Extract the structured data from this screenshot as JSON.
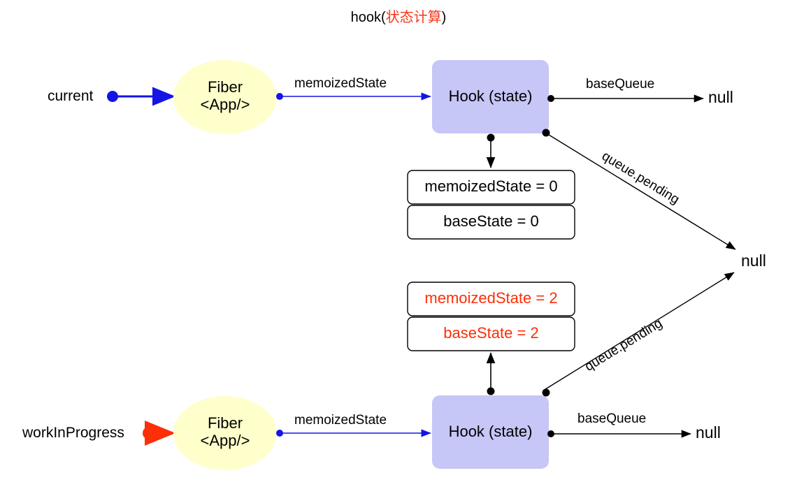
{
  "title": {
    "prefix": "hook(",
    "highlight": "状态计算",
    "suffix": ")",
    "highlight_color": "#f4371b"
  },
  "colors": {
    "fiber_fill": "#ffffcc",
    "hook_fill": "#c6c6f7",
    "accent_blue": "#1414e6",
    "accent_red": "#fc2f08",
    "edge_black": "#000000",
    "box_stroke": "#000000"
  },
  "rows": [
    {
      "id": "current-row",
      "entry_label": "current",
      "entry_marker": "blue-dot",
      "entry_arrow_color": "#1414e6",
      "fiber_line1": "Fiber",
      "fiber_line2": "<App/>",
      "memoized_edge_label": "memoizedState",
      "hook_label": "Hook (state)",
      "base_queue_label": "baseQueue",
      "base_queue_target": "null",
      "queue_pending_label": "queue.pending",
      "queue_pending_target": "null",
      "state_rows": [
        {
          "text": "memoizedState = 0",
          "color": "#000000"
        },
        {
          "text": "baseState = 0",
          "color": "#000000"
        }
      ]
    },
    {
      "id": "workinprogress-row",
      "entry_label": "workInProgress",
      "entry_marker": "red-dot",
      "entry_arrow_color": "#fc2f08",
      "fiber_line1": "Fiber",
      "fiber_line2": "<App/>",
      "memoized_edge_label": "memoizedState",
      "hook_label": "Hook (state)",
      "base_queue_label": "baseQueue",
      "base_queue_target": "null",
      "queue_pending_label": "queue.pending",
      "queue_pending_target": "null",
      "state_rows": [
        {
          "text": "memoizedState = 2",
          "color": "#fc2f08"
        },
        {
          "text": "baseState = 2",
          "color": "#fc2f08"
        }
      ]
    }
  ],
  "shared": {
    "pending_null_label": "null"
  }
}
